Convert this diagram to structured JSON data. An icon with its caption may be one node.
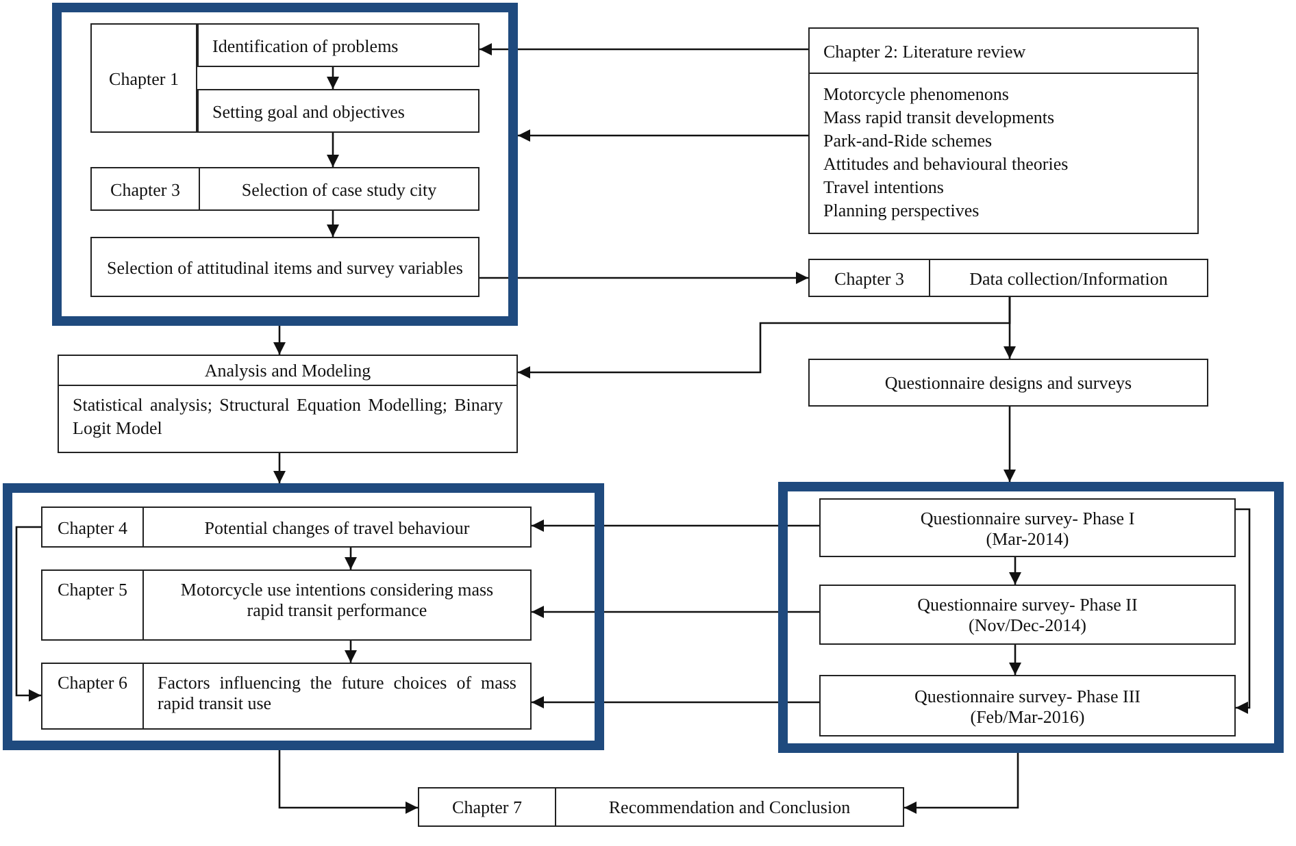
{
  "diagram": {
    "nodes": [
      {
        "text": [],
        "shape": "box"
      },
      {
        "text": [
          "Chapter 1"
        ],
        "in": 0
      },
      {
        "text": [
          "Identification of problems"
        ],
        "in": 0
      },
      {
        "text": [
          "Setting goal and objectives"
        ],
        "in": 0
      },
      {
        "text": [
          "Chapter 3",
          "Selection of case study city"
        ],
        "in": 0
      },
      {
        "text": [
          "Selection of attitudinal items and survey variables"
        ],
        "in": 0
      },
      {
        "text": [
          "Chapter 2: Literature review",
          "Motorcycle phenomenons",
          "Mass rapid transit developments",
          "Park-and-Ride schemes",
          "Attitudes and behavioural theories",
          "Travel intentions",
          "Planning perspectives"
        ]
      },
      {
        "text": [
          "Chapter 3",
          "Data collection/Information"
        ]
      },
      {
        "text": [
          "Analysis and Modeling",
          "Statistical analysis; Structural Equation Modelling; Binary Logit Model"
        ]
      },
      {
        "text": [
          "Questionnaire designs and surveys"
        ]
      },
      {
        "text": [],
        "shape": "box"
      },
      {
        "text": [
          "Chapter 4",
          "Potential changes of travel behaviour"
        ],
        "in": 10
      },
      {
        "text": [
          "Chapter 5",
          "Motorcycle use intentions considering mass rapid transit performance"
        ],
        "in": 10
      },
      {
        "text": [
          "Chapter 6",
          "Factors influencing the future choices of mass rapid transit use"
        ],
        "in": 10
      },
      {
        "text": [],
        "shape": "box"
      },
      {
        "text": [
          "Questionnaire survey- Phase I",
          "(Mar-2014)"
        ],
        "in": 14
      },
      {
        "text": [
          "Questionnaire survey- Phase II",
          "(Nov/Dec-2014)"
        ],
        "in": 14
      },
      {
        "text": [
          "Questionnaire survey- Phase III",
          "(Feb/Mar-2016)"
        ],
        "in": 14
      },
      {
        "text": [
          "Chapter 7",
          "Recommendation and Conclusion"
        ]
      }
    ],
    "edges": [
      {
        "from": 6,
        "to": 2,
        "arrow": "to"
      },
      {
        "from": 6,
        "to": 0,
        "arrow": "to"
      },
      {
        "from": 2,
        "to": 3,
        "arrow": "to"
      },
      {
        "from": 3,
        "to": 4,
        "arrow": "to"
      },
      {
        "from": 4,
        "to": 5,
        "arrow": "to"
      },
      {
        "from": 5,
        "to": 7,
        "arrow": "to"
      },
      {
        "from": 0,
        "to": 8,
        "arrow": "to"
      },
      {
        "from": 7,
        "to": 9,
        "arrow": "to"
      },
      {
        "from": 7,
        "to": 8,
        "arrow": "to"
      },
      {
        "from": 8,
        "to": 10,
        "arrow": "to"
      },
      {
        "from": 9,
        "to": 14,
        "arrow": "to"
      },
      {
        "from": 15,
        "to": 11,
        "arrow": "to"
      },
      {
        "from": 16,
        "to": 12,
        "arrow": "to"
      },
      {
        "from": 17,
        "to": 13,
        "arrow": "to"
      },
      {
        "from": 15,
        "to": 16,
        "arrow": "to"
      },
      {
        "from": 16,
        "to": 17,
        "arrow": "to"
      },
      {
        "from": 15,
        "to": 17,
        "arrow": "to"
      },
      {
        "from": 11,
        "to": 12,
        "arrow": "to"
      },
      {
        "from": 12,
        "to": 13,
        "arrow": "to"
      },
      {
        "from": 11,
        "to": 13,
        "arrow": "to"
      },
      {
        "from": 10,
        "to": 18,
        "arrow": "to"
      },
      {
        "from": 14,
        "to": 18,
        "arrow": "to"
      }
    ]
  }
}
